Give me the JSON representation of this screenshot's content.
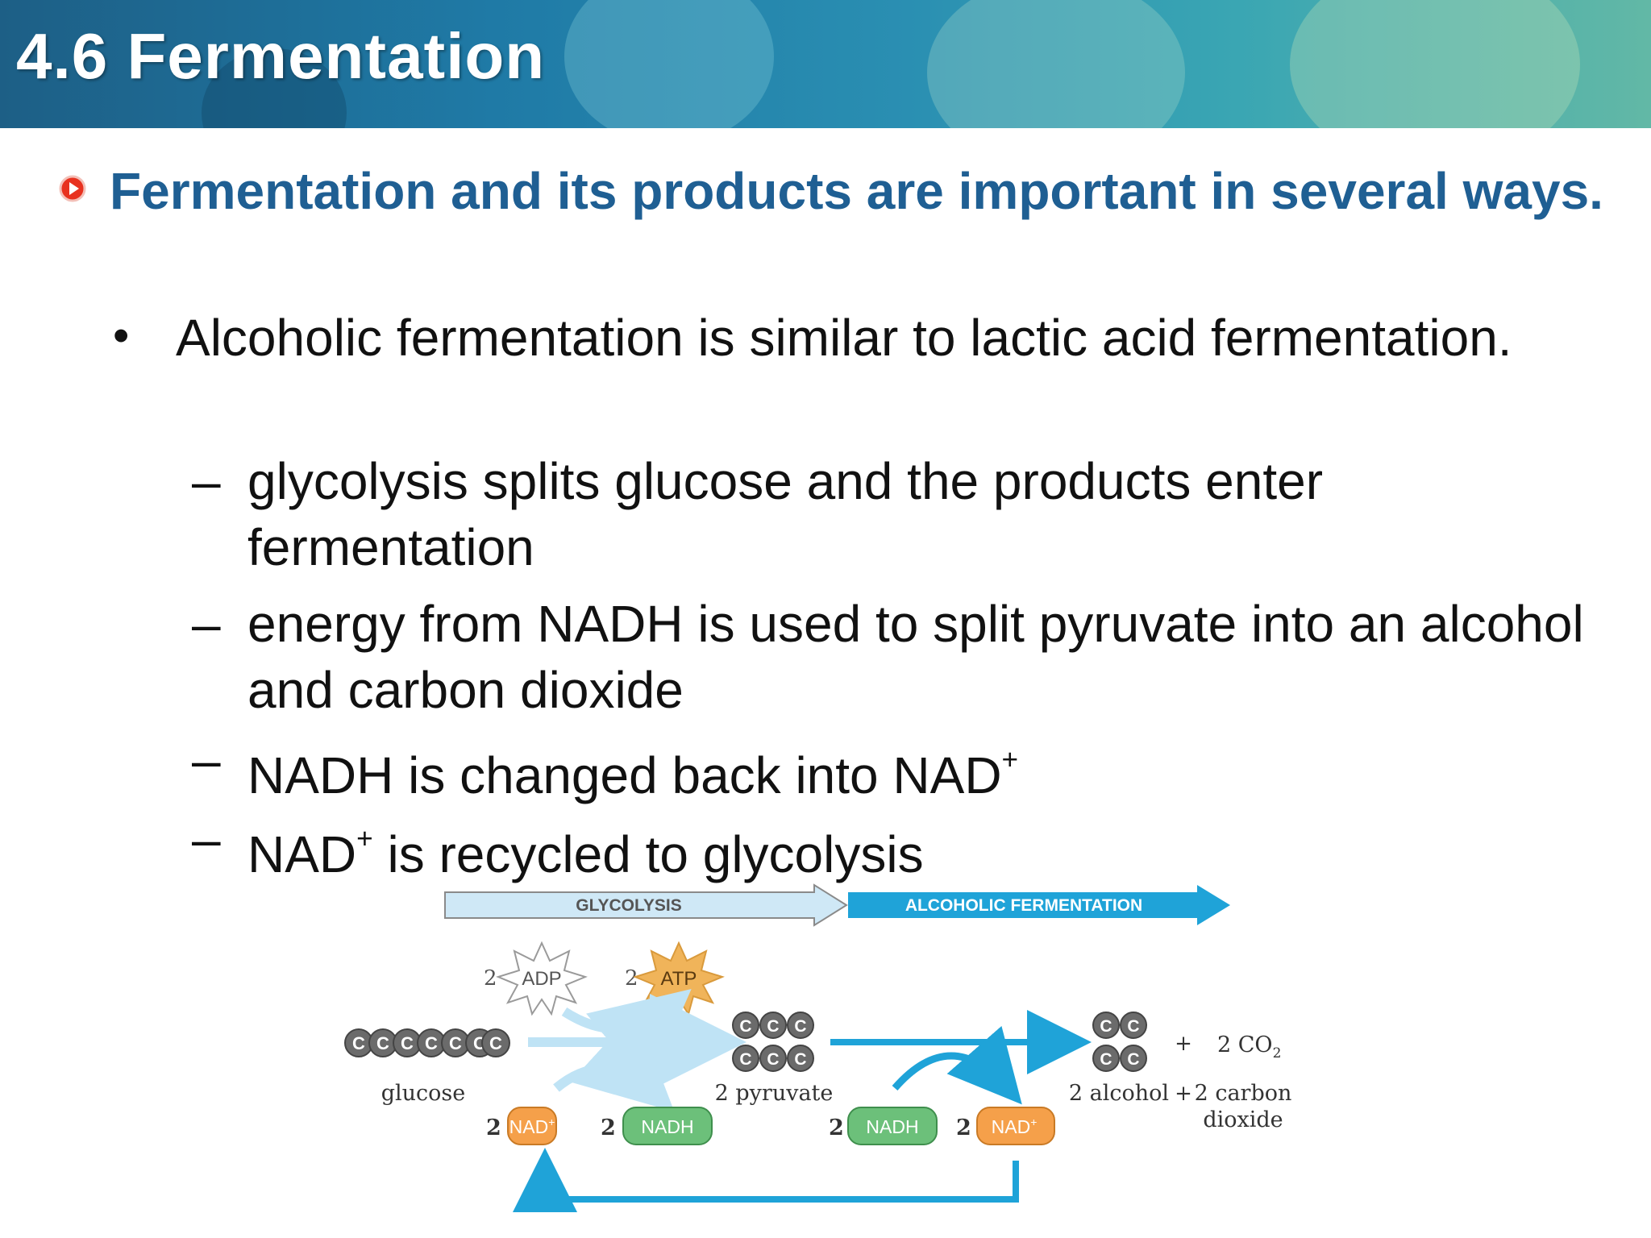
{
  "slide": {
    "title": "4.6 Fermentation",
    "heading": "Fermentation and its products are important in several ways.",
    "bullet": "Alcoholic fermentation is similar to lactic acid fermentation.",
    "subbullets": [
      {
        "text": "glycolysis splits glucose and the products enter fermentation",
        "sup": ""
      },
      {
        "text": "energy from NADH is used to split pyruvate into an alcohol and carbon dioxide",
        "sup": ""
      },
      {
        "text": "NADH is changed back into NAD",
        "sup": "+"
      },
      {
        "pre": "NAD",
        "sup": "+",
        "text": " is recycled to glycolysis"
      }
    ],
    "dash": "–",
    "bullet_symbol": "•"
  },
  "diagram": {
    "stage1": "GLYCOLYSIS",
    "stage2": "ALCOHOLIC FERMENTATION",
    "adp": {
      "count": "2",
      "label": "ADP"
    },
    "atp": {
      "count": "2",
      "label": "ATP"
    },
    "carbon": "C",
    "glucose_label": "glucose",
    "pyruvate_label": "2 pyruvate",
    "alcohol_label": "2 alcohol",
    "plus": "+",
    "co2_count": "2 CO",
    "co2_sub": "2",
    "carbon_dioxide_line1": "2 carbon",
    "carbon_dioxide_line2": "dioxide",
    "nad_plus": "NAD",
    "nad_plus_sup": "+",
    "nadh": "NADH",
    "coeff": "2",
    "colors": {
      "nad": "#f5a04a",
      "nadh": "#6cc07a",
      "arrow": "#1fa3d8",
      "light_arrow": "#bfe3f5",
      "atp": "#f0b45a",
      "carbon": "#6b6b6b",
      "heading": "#1f5f93"
    }
  }
}
